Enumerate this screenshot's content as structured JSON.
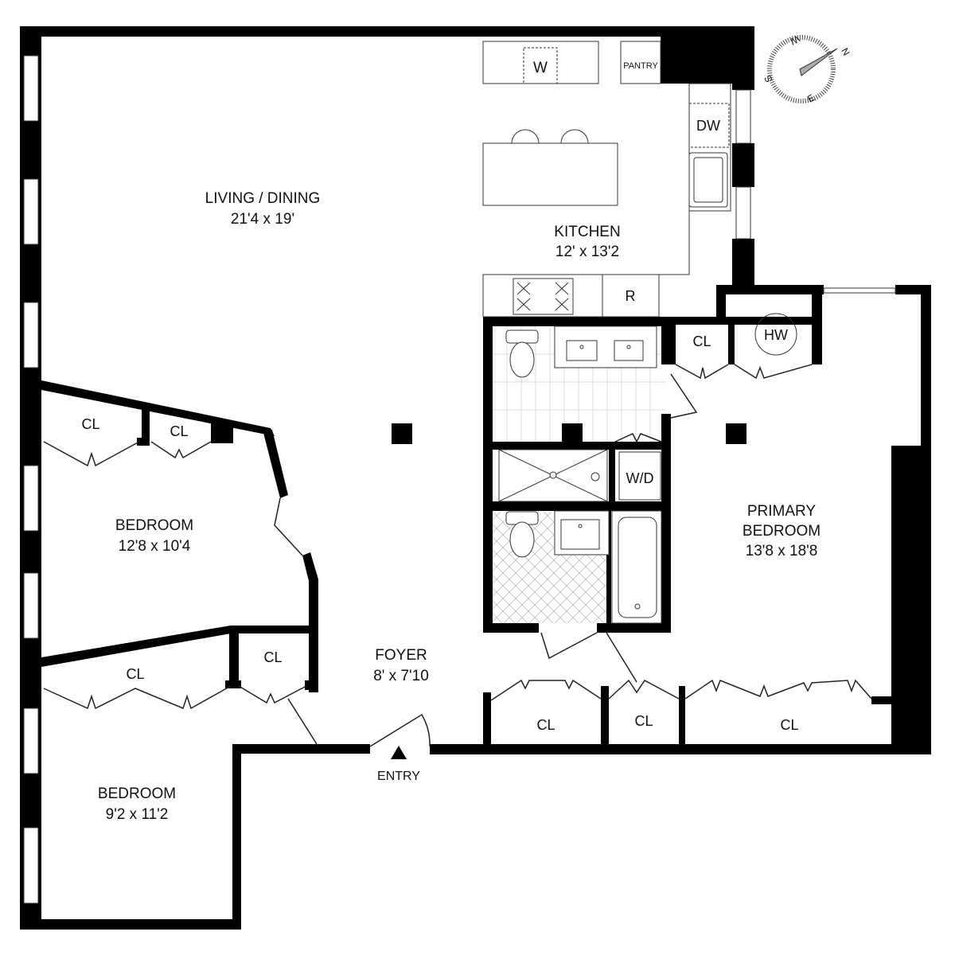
{
  "rooms": {
    "living": {
      "name": "LIVING / DINING",
      "dims": "21'4 x 19'"
    },
    "kitchen": {
      "name": "KITCHEN",
      "dims": "12' x 13'2"
    },
    "bedroom1": {
      "name": "BEDROOM",
      "dims": "12'8 x 10'4"
    },
    "bedroom2": {
      "name": "BEDROOM",
      "dims": "9'2 x 11'2"
    },
    "foyer": {
      "name": "FOYER",
      "dims": "8' x 7'10"
    },
    "primary": {
      "name1": "PRIMARY",
      "name2": "BEDROOM",
      "dims": "13'8 x 18'8"
    }
  },
  "fixtures": {
    "washer": "W",
    "pantry": "PANTRY",
    "dishwasher": "DW",
    "refrigerator": "R",
    "hot_water": "HW",
    "washer_dryer": "W/D",
    "closet": "CL"
  },
  "entry": "ENTRY",
  "compass": {
    "n": "N",
    "e": "E",
    "s": "S",
    "w": "W",
    "needle_color": "#aaaaaa"
  }
}
